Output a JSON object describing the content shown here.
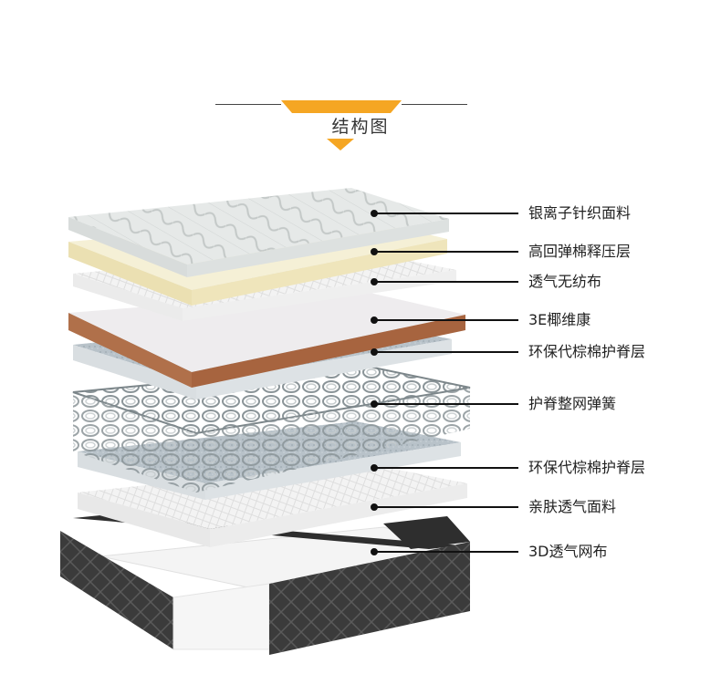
{
  "header": {
    "title": "结构图",
    "accent_color": "#f5a623"
  },
  "layers": [
    {
      "label": "银离子针织面料"
    },
    {
      "label": "高回弹棉释压层"
    },
    {
      "label": "透气无纺布"
    },
    {
      "label": "3E椰维康"
    },
    {
      "label": "环保代棕棉护脊层"
    },
    {
      "label": "护脊整网弹簧"
    },
    {
      "label": "环保代棕棉护脊层"
    },
    {
      "label": "亲肤透气面料"
    },
    {
      "label": "3D透气网布"
    }
  ]
}
